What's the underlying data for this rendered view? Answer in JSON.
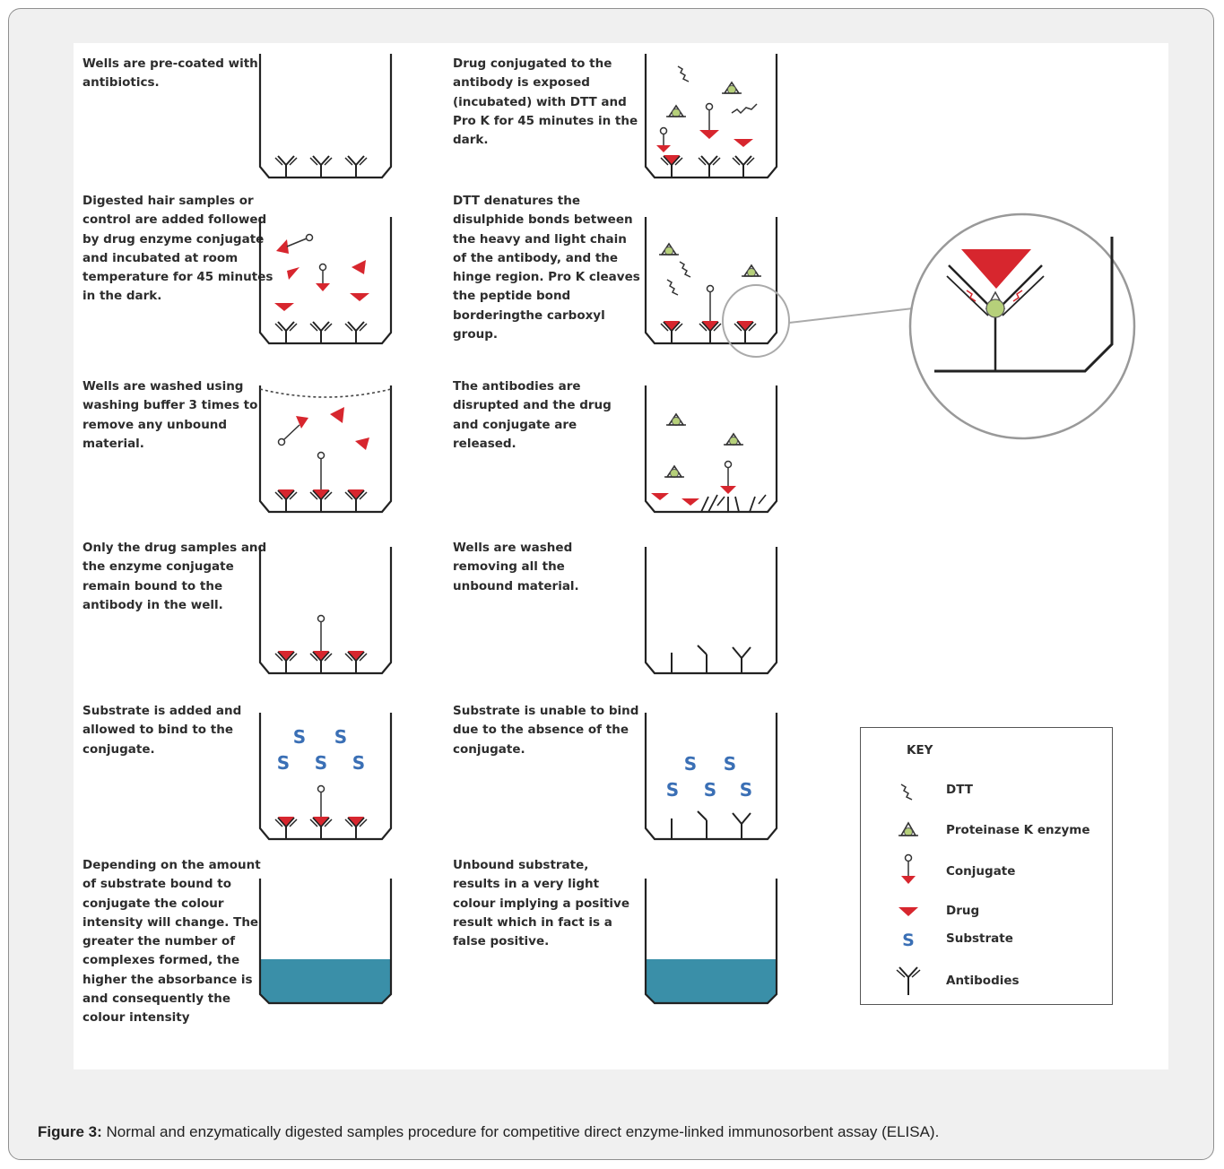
{
  "steps": {
    "left": [
      "Wells are pre-coated with antibiotics.",
      "Digested hair samples or control are added followed by drug enzyme conjugate and incubated at room temperature for 45 minutes in the dark.",
      "Wells are washed using washing buffer 3 times to remove any unbound material.",
      "Only the drug samples and the enzyme conjugate remain bound to the antibody in the well.",
      "Substrate is added and allowed to bind to the conjugate.",
      "Depending on the amount of substrate bound to conjugate the colour intensity will change. The greater the number of complexes formed, the higher the absorbance is and consequently the colour intensity"
    ],
    "right": [
      "Drug conjugated to the antibody is exposed (incubated) with DTT and Pro K for 45 minutes in the dark.",
      "DTT denatures the disulphide bonds between the heavy and light chain of the antibody, and the hinge region. Pro K cleaves the peptide bond borderingthe carboxyl group.",
      "The antibodies are disrupted and the drug and conjugate are released.",
      "Wells are washed removing all the unbound material.",
      "Substrate is unable to bind due to the absence of the conjugate.",
      "Unbound substrate, results in a very light colour implying a positive result which in fact is a false positive."
    ]
  },
  "substrate_letter": "S",
  "key": {
    "title": "KEY",
    "items": [
      {
        "label": "DTT",
        "icon": "dtt-icon"
      },
      {
        "label": "Proteinase K enzyme",
        "icon": "proteinase-k-icon"
      },
      {
        "label": "Conjugate",
        "icon": "conjugate-icon"
      },
      {
        "label": "Drug",
        "icon": "drug-icon"
      },
      {
        "label": "Substrate",
        "icon": "substrate-icon"
      },
      {
        "label": "Antibodies",
        "icon": "antibody-icon"
      }
    ]
  },
  "caption": {
    "label": "Figure 3:",
    "text": " Normal and enzymatically digested samples procedure for competitive direct enzyme-linked immunosorbent assay (ELISA)."
  },
  "colors": {
    "drug": "#d7262e",
    "proteinase": "#b6d07a",
    "substrate": "#3a6fb5",
    "well_fill": "#3a8fa8"
  }
}
